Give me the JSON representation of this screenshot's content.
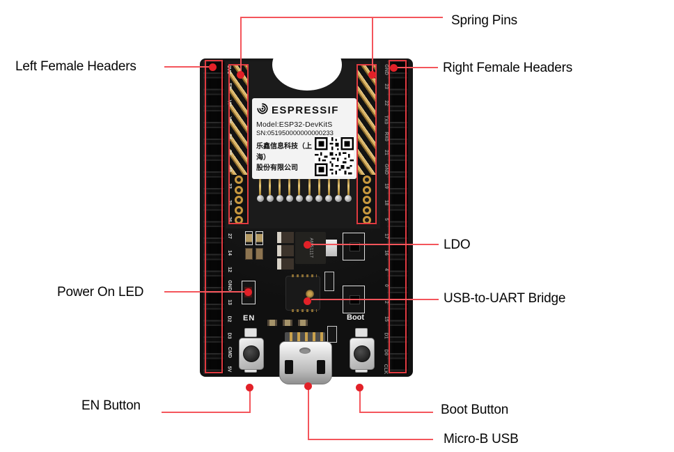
{
  "callouts": {
    "spring_pins": "Spring Pins",
    "left_female_headers": "Left Female Headers",
    "right_female_headers": "Right Female Headers",
    "ldo": "LDO",
    "usb_uart_bridge": "USB-to-UART Bridge",
    "power_on_led": "Power On LED",
    "en_button": "EN Button",
    "boot_button": "Boot Button",
    "micro_b_usb": "Micro-B USB"
  },
  "module_label": {
    "brand": "ESPRESSIF",
    "model": "Model:ESP32-DevKitS",
    "serial": "SN:051950000000000233",
    "company_line1": "乐鑫信息科技（上海）",
    "company_line2": "股份有限公司"
  },
  "silkscreen": {
    "en": "EN",
    "boot": "Boot",
    "ldo_marking": "AMS1117",
    "left_pins": [
      "3V3",
      "EN",
      "VP",
      "VN",
      "34",
      "35",
      "32",
      "33",
      "25",
      "26",
      "27",
      "14",
      "12",
      "GND",
      "13",
      "D2",
      "D3",
      "CMD",
      "5V"
    ],
    "right_pins": [
      "GND",
      "23",
      "22",
      "TX0",
      "RX0",
      "21",
      "GND",
      "19",
      "18",
      "5",
      "17",
      "16",
      "4",
      "0",
      "2",
      "15",
      "D1",
      "D0",
      "CLK"
    ]
  },
  "colors": {
    "callout_line": "#f4555b",
    "callout_box": "#e03a40",
    "callout_dot": "#e22128",
    "gold": "#c9993f",
    "pcb": "#131313"
  }
}
